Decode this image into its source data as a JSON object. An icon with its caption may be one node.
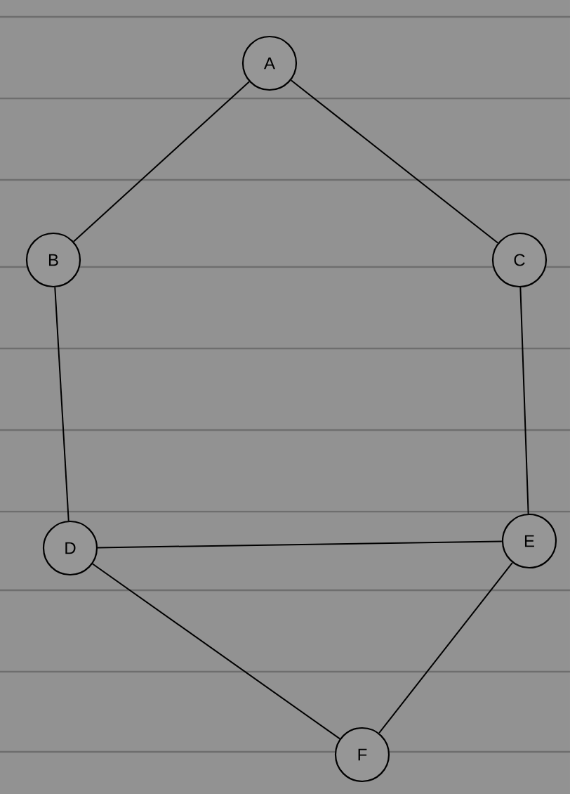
{
  "diagram": {
    "nodes": [
      {
        "text": [
          "A"
        ]
      },
      {
        "text": [
          "B"
        ]
      },
      {
        "text": [
          "C"
        ]
      },
      {
        "text": [
          "D"
        ]
      },
      {
        "text": [
          "E"
        ]
      },
      {
        "text": [
          "F"
        ]
      }
    ],
    "edges": [
      {
        "from": 0,
        "to": 1,
        "arrow": "none"
      },
      {
        "from": 0,
        "to": 2,
        "arrow": "none"
      },
      {
        "from": 1,
        "to": 3,
        "arrow": "none"
      },
      {
        "from": 4,
        "to": 2,
        "arrow": "none"
      },
      {
        "from": 4,
        "to": 3,
        "arrow": "none"
      },
      {
        "from": 5,
        "to": 3,
        "arrow": "none"
      },
      {
        "from": 5,
        "to": 4,
        "arrow": "none"
      }
    ]
  }
}
